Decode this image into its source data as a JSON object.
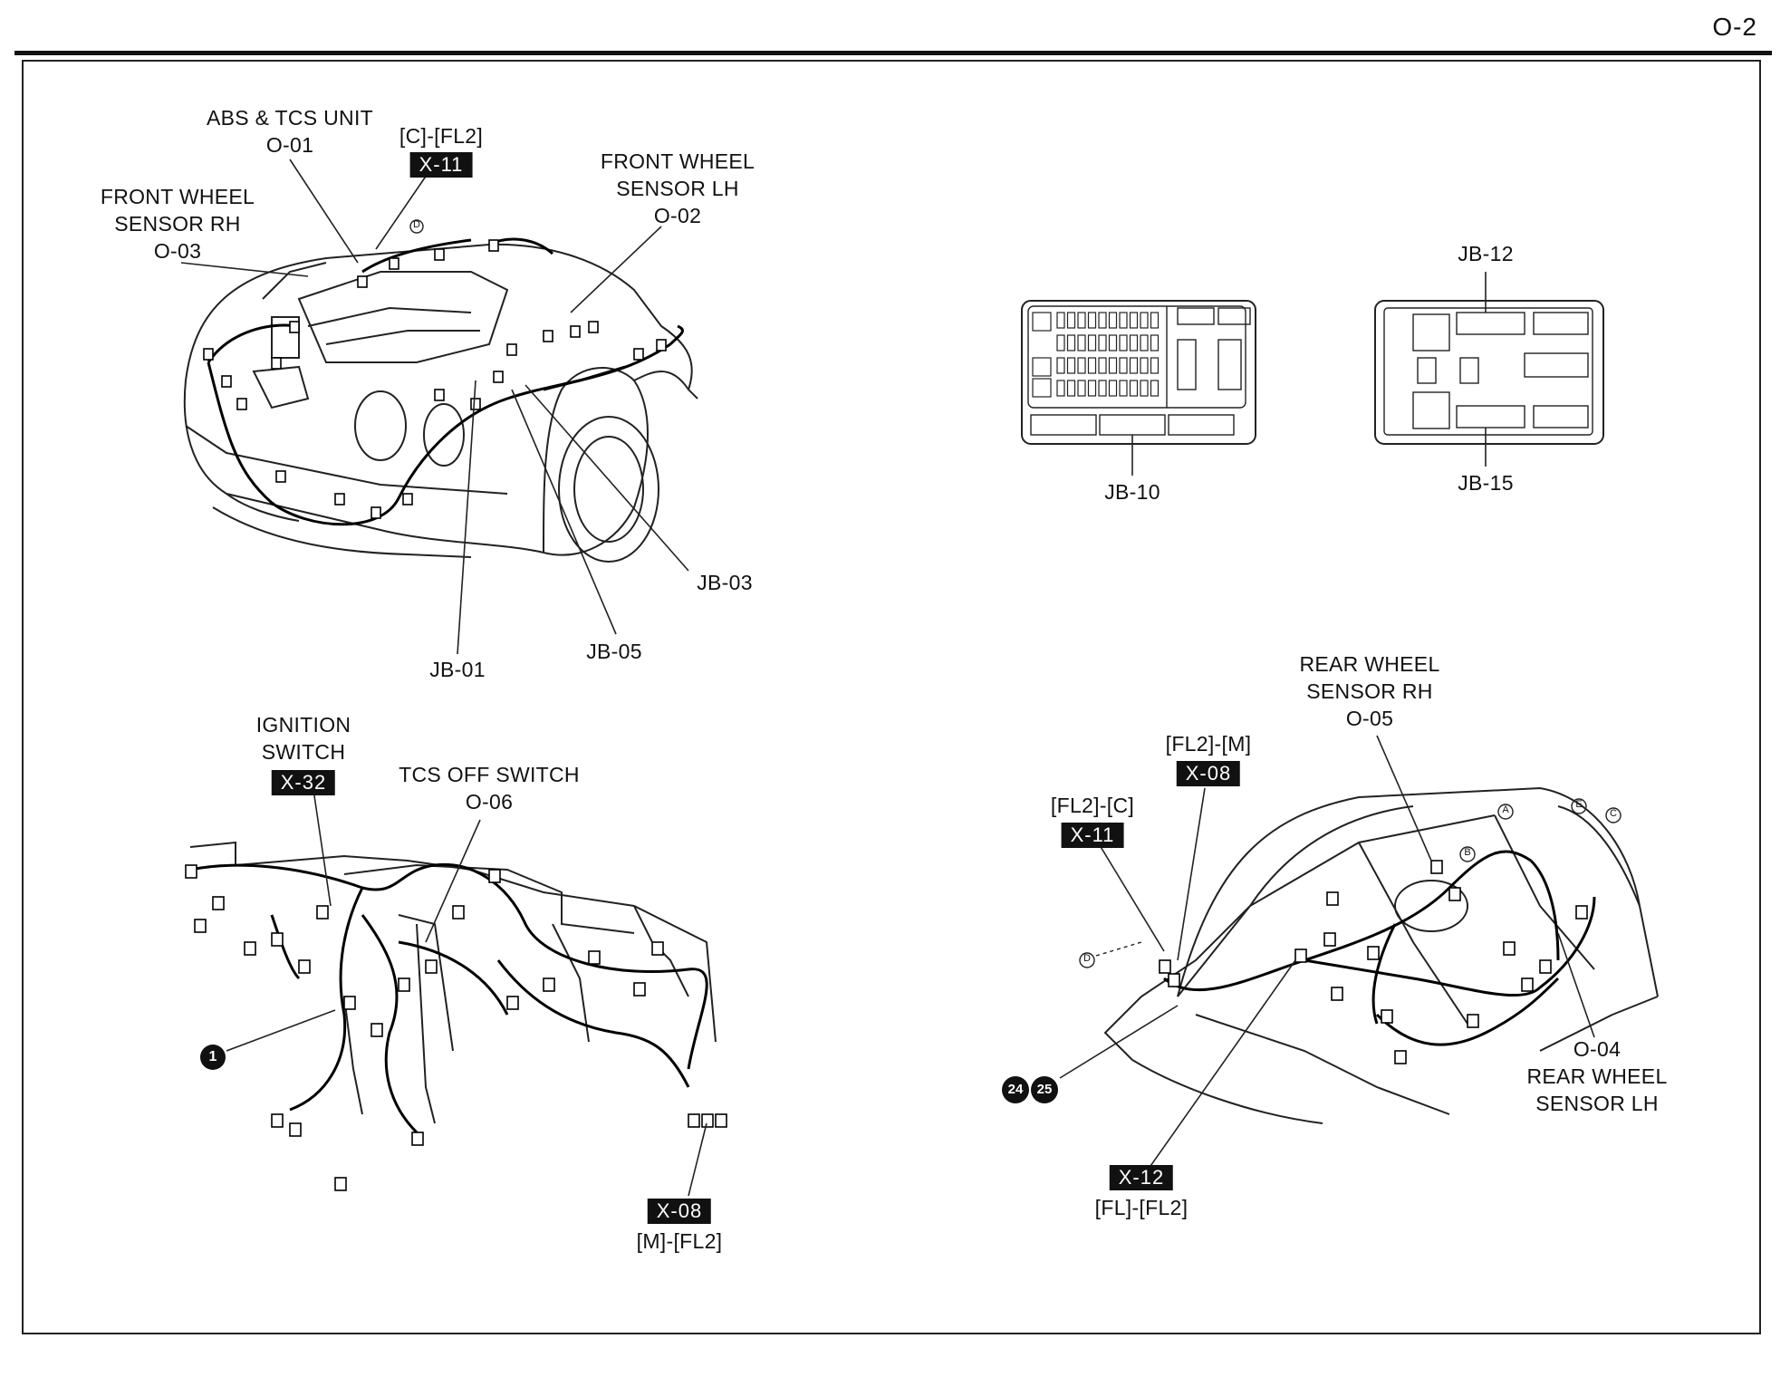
{
  "page_number": "O-2",
  "labels": {
    "abs_tcs_unit": "ABS & TCS UNIT",
    "o01": "O-01",
    "c_fl2_top": "[C]-[FL2]",
    "x11_top": "X-11",
    "front_wheel_sensor_lh_1": "FRONT WHEEL",
    "front_wheel_sensor_lh_2": "SENSOR LH",
    "o02": "O-02",
    "front_wheel_sensor_rh_1": "FRONT WHEEL",
    "front_wheel_sensor_rh_2": "SENSOR RH",
    "o03": "O-03",
    "jb03": "JB-03",
    "jb05": "JB-05",
    "jb01": "JB-01",
    "jb12": "JB-12",
    "jb10": "JB-10",
    "jb15": "JB-15",
    "ignition_1": "IGNITION",
    "ignition_2": "SWITCH",
    "x32": "X-32",
    "tcs_off_1": "TCS OFF SWITCH",
    "o06": "O-06",
    "circle_1": "1",
    "x08_bottom": "X-08",
    "m_fl2": "[M]-[FL2]",
    "rear_wheel_rh_1": "REAR WHEEL",
    "rear_wheel_rh_2": "SENSOR RH",
    "o05": "O-05",
    "fl2_m": "[FL2]-[M]",
    "x08_right": "X-08",
    "fl2_c": "[FL2]-[C]",
    "x11_right": "X-11",
    "o04": "O-04",
    "rear_wheel_lh_1": "REAR WHEEL",
    "rear_wheel_lh_2": "SENSOR LH",
    "circle_24": "24",
    "circle_25": "25",
    "x12": "X-12",
    "fl_fl2": "[FL]-[FL2]",
    "marker_a": "A",
    "marker_b": "B",
    "marker_c": "C",
    "marker_d": "D",
    "marker_e": "E"
  }
}
